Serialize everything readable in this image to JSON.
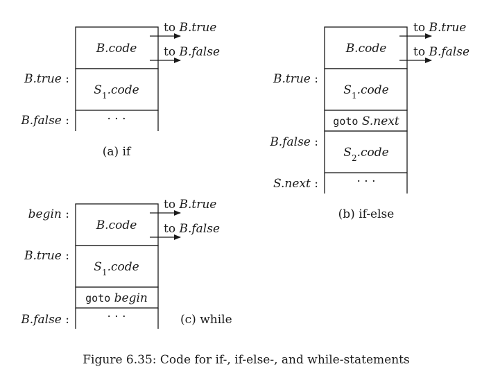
{
  "diagrams": {
    "if": {
      "top_box": "B.code",
      "stmt_prefix": "S",
      "stmt_sub": "1",
      "stmt_suffix": ".code",
      "ellipsis": "· · ·",
      "label_true": "B.true",
      "label_false": "B.false",
      "colon": ":",
      "arrow_true_prefix": "to",
      "arrow_true": "B.true",
      "arrow_false_prefix": "to",
      "arrow_false": "B.false",
      "caption": "(a) if"
    },
    "if_else": {
      "top_box": "B.code",
      "stmt1_prefix": "S",
      "stmt1_sub": "1",
      "stmt1_suffix": ".code",
      "goto_kw": "goto",
      "goto_target": "S.next",
      "stmt2_prefix": "S",
      "stmt2_sub": "2",
      "stmt2_suffix": ".code",
      "ellipsis": "· · ·",
      "label_true": "B.true",
      "label_false": "B.false",
      "label_next": "S.next",
      "colon": ":",
      "arrow_true_prefix": "to",
      "arrow_true": "B.true",
      "arrow_false_prefix": "to",
      "arrow_false": "B.false",
      "caption": "(b) if-else"
    },
    "while": {
      "top_box": "B.code",
      "stmt_prefix": "S",
      "stmt_sub": "1",
      "stmt_suffix": ".code",
      "goto_kw": "goto",
      "goto_target": "begin",
      "ellipsis": "· · ·",
      "label_begin": "begin",
      "label_true": "B.true",
      "label_false": "B.false",
      "colon": ":",
      "arrow_true_prefix": "to",
      "arrow_true": "B.true",
      "arrow_false_prefix": "to",
      "arrow_false": "B.false",
      "caption": "(c) while"
    }
  },
  "figure_caption": "Figure 6.35: Code for if-, if-else-, and while-statements"
}
